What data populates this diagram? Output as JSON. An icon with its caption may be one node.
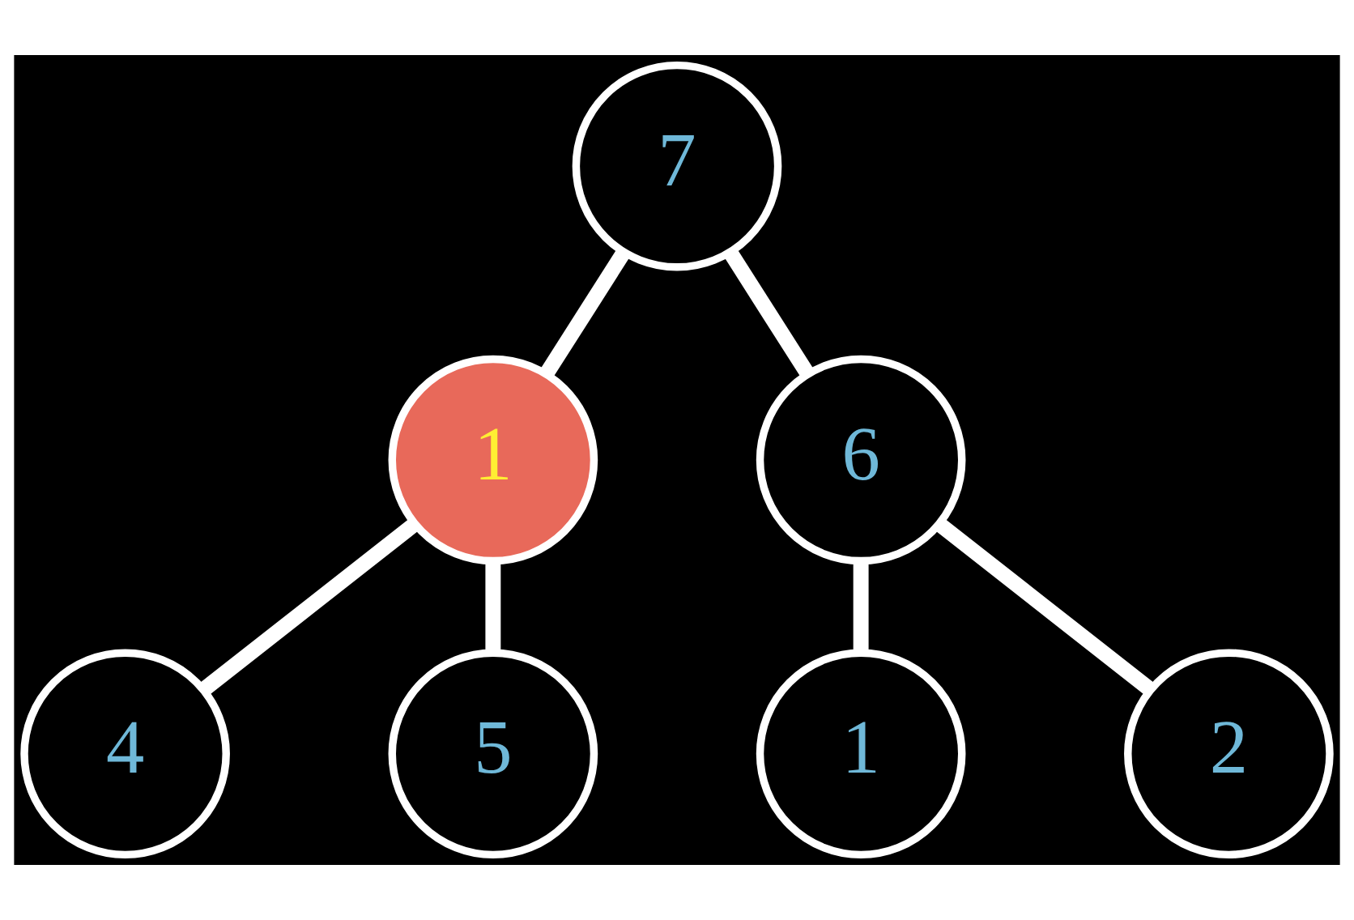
{
  "diagram": {
    "nodes": [
      {
        "text": [
          "7"
        ]
      },
      {
        "text": [
          "1"
        ]
      },
      {
        "text": [
          "6"
        ]
      },
      {
        "text": [
          "4"
        ]
      },
      {
        "text": [
          "5"
        ]
      },
      {
        "text": [
          "1"
        ]
      },
      {
        "text": [
          "2"
        ]
      }
    ],
    "edges": [
      {
        "from": 0,
        "to": 1,
        "arrow": "none"
      },
      {
        "from": 0,
        "to": 2,
        "arrow": "none"
      },
      {
        "from": 1,
        "to": 3,
        "arrow": "none"
      },
      {
        "from": 1,
        "to": 4,
        "arrow": "none"
      },
      {
        "from": 2,
        "to": 5,
        "arrow": "none"
      },
      {
        "from": 2,
        "to": 6,
        "arrow": "none"
      }
    ]
  }
}
